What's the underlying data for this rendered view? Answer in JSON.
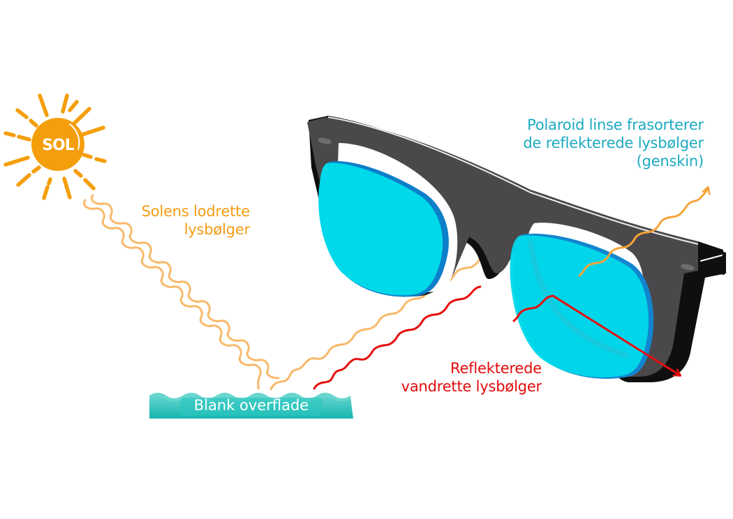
{
  "diagram": {
    "language": "Norwegian/Danish",
    "sun": {
      "label": "SOL",
      "color": "#f59e0b",
      "icon": "sun-icon"
    },
    "labels": {
      "sun_waves": [
        "Solens lodrette",
        "lysbølger"
      ],
      "polaroid_lens": [
        "Polaroid linse frasorterer",
        "de reflekterede lysbølger",
        "(genskin)"
      ],
      "reflected_waves": [
        "Reflekterede",
        "vandrette lysbølger"
      ],
      "surface": "Blank overflade"
    },
    "colors": {
      "sun_waves": "#f8b96a",
      "sun_label": "#f39c12",
      "polaroid_label": "#1ba9c0",
      "reflected_wave": "#e50f0f",
      "reflected_label": "#e20b0b",
      "surface": "#1fbdb8",
      "lens": "#00d8ea",
      "frame": "#454345"
    },
    "elements": [
      {
        "name": "sun",
        "type": "icon"
      },
      {
        "name": "incoming-sun-waves",
        "type": "wavy-lines",
        "count": 2,
        "direction": "down-right"
      },
      {
        "name": "shiny-surface",
        "type": "water-surface"
      },
      {
        "name": "reflected-unpolarized-wave",
        "type": "wavy-line",
        "passes_through_lens": true,
        "ends_with": "arrow"
      },
      {
        "name": "reflected-horizontal-wave",
        "type": "wavy-line",
        "blocked_by_lens": true,
        "deflected_arrow": true
      },
      {
        "name": "polarized-sunglasses",
        "type": "illustration"
      }
    ]
  }
}
